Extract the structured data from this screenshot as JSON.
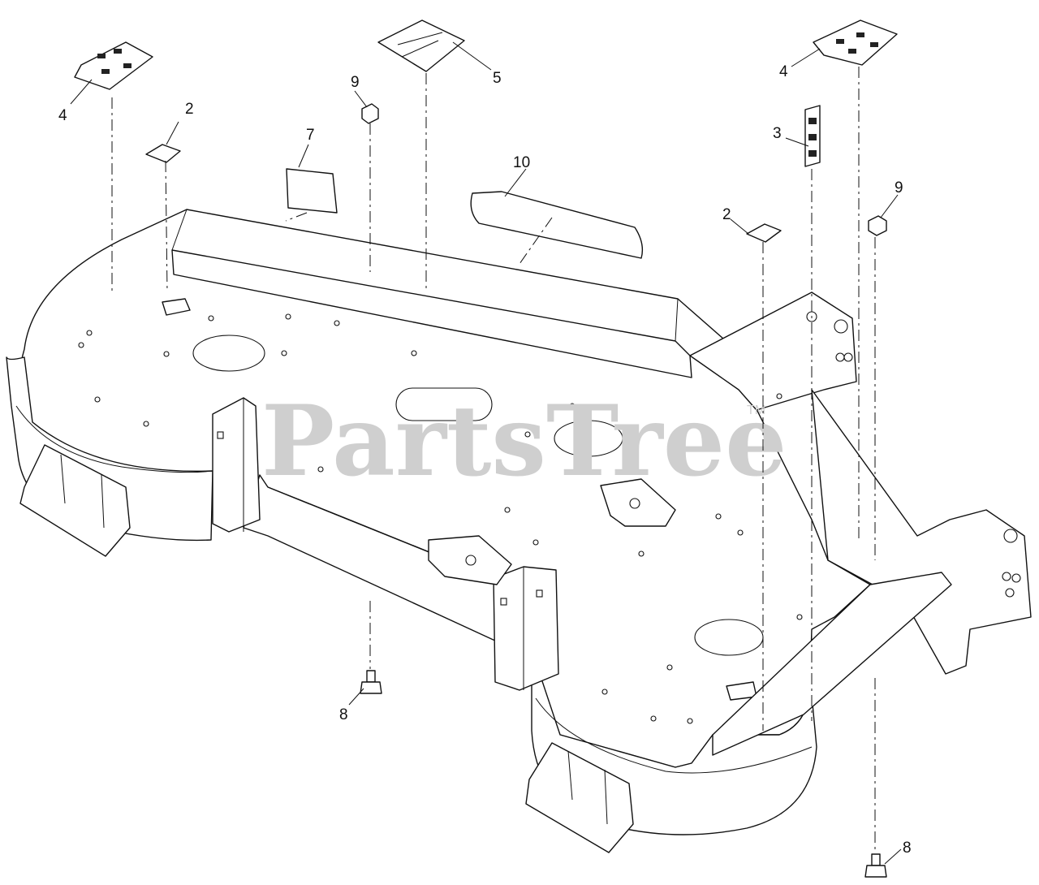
{
  "diagram": {
    "callouts": [
      {
        "id": "c4a",
        "label": "4"
      },
      {
        "id": "c2a",
        "label": "2"
      },
      {
        "id": "c9a",
        "label": "9"
      },
      {
        "id": "c5",
        "label": "5"
      },
      {
        "id": "c7",
        "label": "7"
      },
      {
        "id": "c10",
        "label": "10"
      },
      {
        "id": "c4b",
        "label": "4"
      },
      {
        "id": "c3",
        "label": "3"
      },
      {
        "id": "c2b",
        "label": "2"
      },
      {
        "id": "c9b",
        "label": "9"
      },
      {
        "id": "c8a",
        "label": "8"
      },
      {
        "id": "c8b",
        "label": "8"
      }
    ]
  },
  "watermark": {
    "text": "PartsTree",
    "trademark": "TM"
  },
  "colors": {
    "line": "#111111",
    "watermark": "#cfcfcf",
    "background": "#ffffff"
  }
}
